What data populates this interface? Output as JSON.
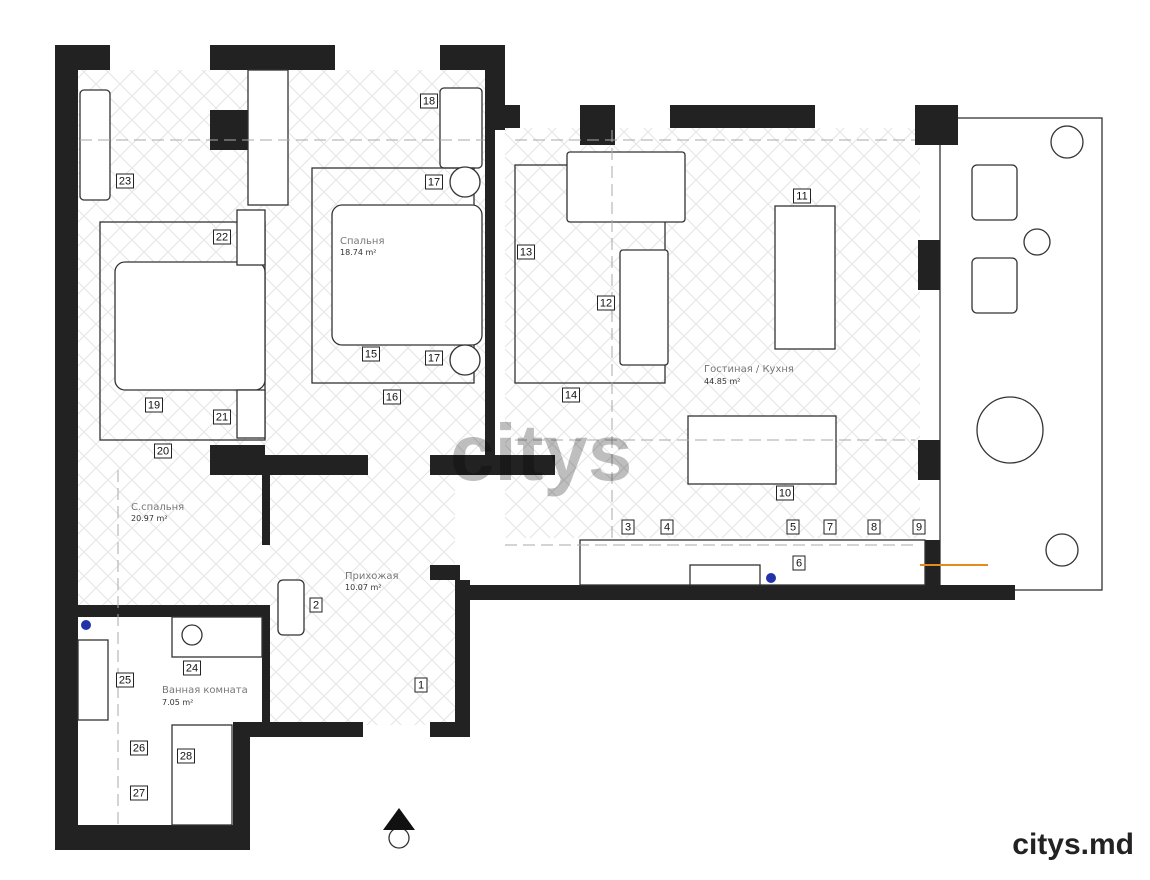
{
  "rooms": {
    "bedroom": {
      "name": "Спальня",
      "area": "18.74 m²"
    },
    "master_bedroom": {
      "name": "С.спальня",
      "area": "20.97 m²"
    },
    "hallway": {
      "name": "Прихожая",
      "area": "10.07 m²"
    },
    "bathroom": {
      "name": "Ванная комната",
      "area": "7.05 m²"
    },
    "living_kitchen": {
      "name": "Гостиная / Кухня",
      "area": "44.85 m²"
    }
  },
  "markers": [
    "1",
    "2",
    "3",
    "4",
    "5",
    "6",
    "7",
    "8",
    "9",
    "10",
    "11",
    "12",
    "13",
    "14",
    "15",
    "16",
    "17",
    "17",
    "18",
    "19",
    "20",
    "21",
    "22",
    "23",
    "24",
    "25",
    "26",
    "27",
    "28"
  ],
  "watermark": "citys",
  "brand": "citys.md",
  "colors": {
    "wall": "#222222",
    "accent": "#e58a1f",
    "outlet": "#2233aa"
  }
}
